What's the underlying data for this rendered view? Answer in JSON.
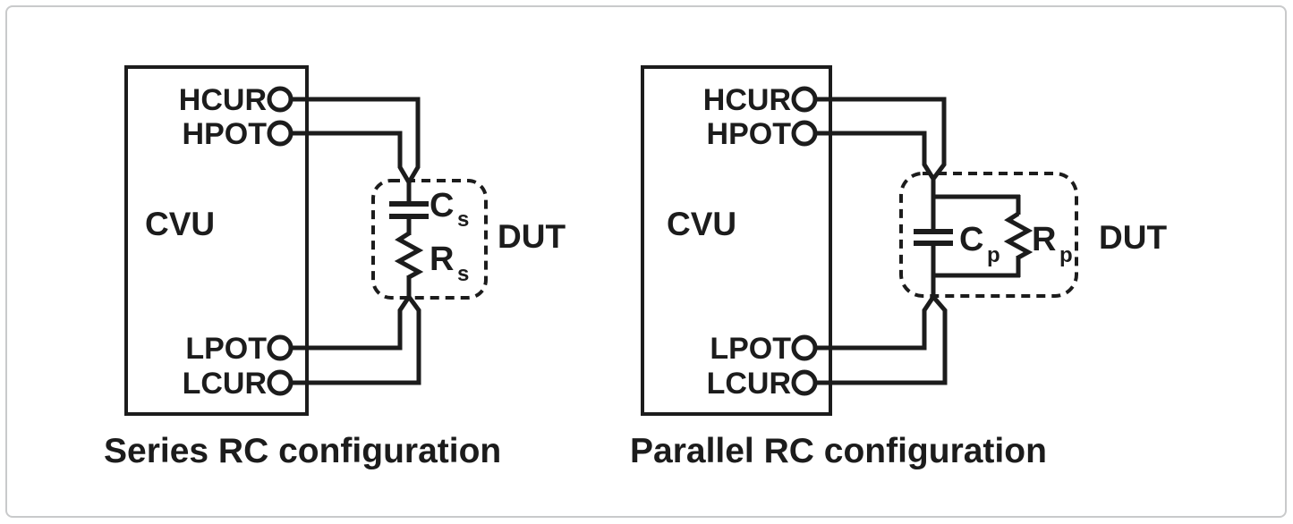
{
  "figure": {
    "type": "circuit-diagram",
    "colors": {
      "line": "#1c1c1c",
      "background": "#ffffff",
      "frame_border": "#c9cacb"
    }
  },
  "diagrams": [
    {
      "topology": "series",
      "caption": "Series RC configuration",
      "device_label": "CVU",
      "dut_label": "DUT",
      "terminals": [
        "HCUR",
        "HPOT",
        "LPOT",
        "LCUR"
      ],
      "components": [
        {
          "type": "capacitor",
          "symbol": "C",
          "subscript": "s"
        },
        {
          "type": "resistor",
          "symbol": "R",
          "subscript": "s"
        }
      ]
    },
    {
      "topology": "parallel",
      "caption": "Parallel RC configuration",
      "device_label": "CVU",
      "dut_label": "DUT",
      "terminals": [
        "HCUR",
        "HPOT",
        "LPOT",
        "LCUR"
      ],
      "components": [
        {
          "type": "capacitor",
          "symbol": "C",
          "subscript": "p"
        },
        {
          "type": "resistor",
          "symbol": "R",
          "subscript": "p"
        }
      ]
    }
  ]
}
